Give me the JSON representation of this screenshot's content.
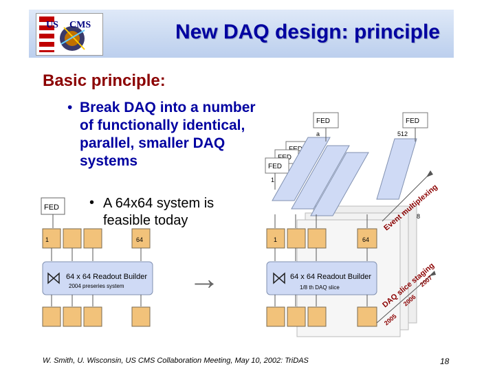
{
  "slide": {
    "title": "New DAQ design: principle",
    "heading": "Basic principle:",
    "bullet1_marker": "•",
    "bullet1": "Break DAQ into a number of functionally identical, parallel, smaller DAQ systems",
    "bullet2_marker": "•",
    "bullet2": "A 64x64 system is feasible today",
    "arrow": "→",
    "footer": "W. Smith, U. Wisconsin, US CMS Collaboration Meeting, May 10, 2002: TriDAS",
    "page_number": "18"
  },
  "logo": {
    "text_us": "US",
    "text_cms": "CMS"
  },
  "left_diagram": {
    "fed": "FED",
    "input_first": "1",
    "input_last": "64",
    "builder_title": "64 x 64 Readout Builder",
    "builder_sub": "2004 preseries system"
  },
  "right_diagram": {
    "fed_labels": [
      "FED",
      "FED",
      "FED",
      "FED",
      "FED"
    ],
    "label_a": "a",
    "label_512": "512",
    "label_1_top": "1",
    "label_8": "8",
    "input_first": "1",
    "input_last": "64",
    "label_1_builder": "1",
    "builder_title": "64 x 64 Readout Builder",
    "builder_sub": "1/8 th DAQ slice",
    "event_mux": "Event multiplexing",
    "slice_staging": "DAQ slice staging",
    "year_2005": "2005",
    "year_2006": "2006",
    "year_2007": "2007"
  },
  "colors": {
    "title_blue": "#0000a0",
    "heading_red": "#8b0000",
    "orange": "#f2c27a",
    "lightblue": "#cfdaf5"
  }
}
